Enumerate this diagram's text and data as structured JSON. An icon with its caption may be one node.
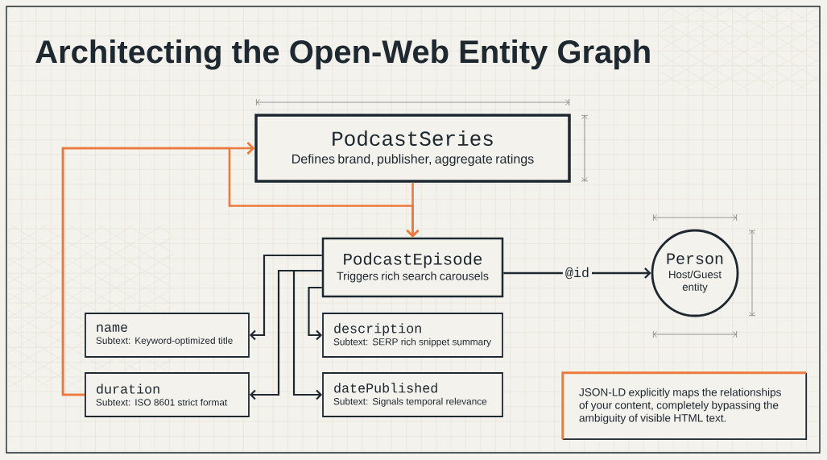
{
  "diagram": {
    "title": "Architecting the Open-Web Entity Graph",
    "nodes": [
      {
        "text": [
          "PodcastSeries",
          "Defines brand, publisher, aggregate ratings"
        ]
      },
      {
        "text": [
          "PodcastEpisode",
          "Triggers rich search carousels"
        ]
      },
      {
        "text": [
          "Person",
          "Host/Guest entity"
        ]
      },
      {
        "text": [
          "name",
          "Subtext: Keyword-optimized title"
        ]
      },
      {
        "text": [
          "description",
          "Subtext: SERP rich snippet summary"
        ]
      },
      {
        "text": [
          "duration",
          "Subtext: ISO 8601 strict format"
        ]
      },
      {
        "text": [
          "datePublished",
          "Subtext: Signals temporal relevance"
        ]
      },
      {
        "text": [
          "JSON-LD explicitly maps the relationships of your content, completely bypassing the ambiguity of visible HTML text."
        ]
      }
    ],
    "edges": [
      {
        "from": 0,
        "to": 1,
        "arrow": "to",
        "color": "#ec7a3c"
      },
      {
        "from": 5,
        "to": 0,
        "arrow": "to",
        "color": "#ec7a3c"
      },
      {
        "from": 5,
        "to": 1,
        "arrow": "to",
        "color": "#ec7a3c"
      },
      {
        "from": 1,
        "to": 2,
        "arrow": "to",
        "label": "@id"
      },
      {
        "from": 1,
        "to": 3,
        "arrow": "to"
      },
      {
        "from": 1,
        "to": 5,
        "arrow": "to"
      },
      {
        "from": 1,
        "to": 6,
        "arrow": "to"
      },
      {
        "from": 1,
        "to": 4,
        "arrow": "to"
      }
    ]
  }
}
